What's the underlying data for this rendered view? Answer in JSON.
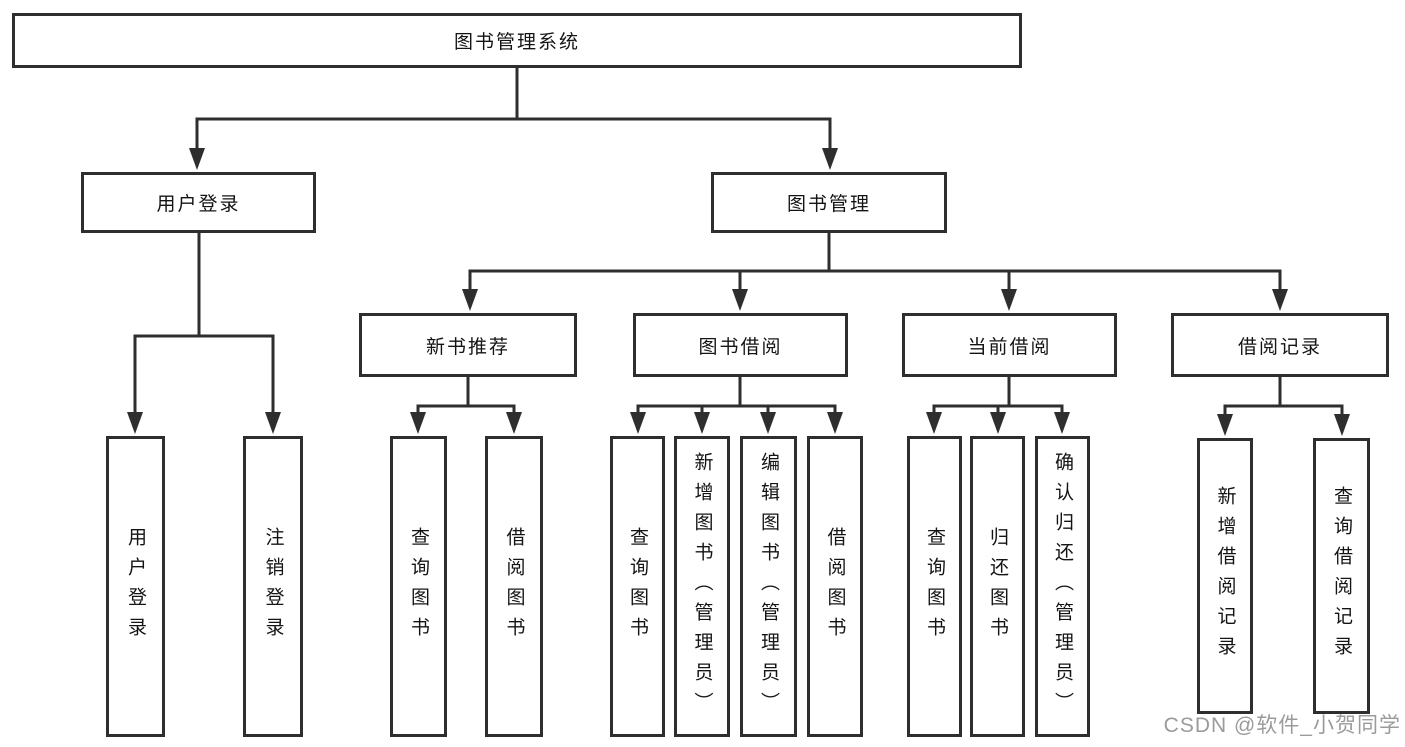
{
  "colors": {
    "line": "#2e2e2e",
    "box_border": "#2e2e2e",
    "text": "#141414",
    "watermark": "#9b9b9d",
    "background": "#ffffff"
  },
  "tree": {
    "root": "图书管理系统",
    "level2": [
      {
        "label": "用户登录",
        "leaves": [
          "用户登录",
          "注销登录"
        ]
      },
      {
        "label": "图书管理",
        "groups": [
          {
            "label": "新书推荐",
            "leaves": [
              "查询图书",
              "借阅图书"
            ]
          },
          {
            "label": "图书借阅",
            "leaves": [
              "查询图书",
              "新增图书（管理员）",
              "编辑图书（管理员）",
              "借阅图书"
            ]
          },
          {
            "label": "当前借阅",
            "leaves": [
              "查询图书",
              "归还图书",
              "确认归还（管理员）"
            ]
          },
          {
            "label": "借阅记录",
            "leaves": [
              "新增借阅记录",
              "查询借阅记录"
            ]
          }
        ]
      }
    ]
  },
  "watermark": {
    "text": "CSDN @软件_小贺同学"
  }
}
